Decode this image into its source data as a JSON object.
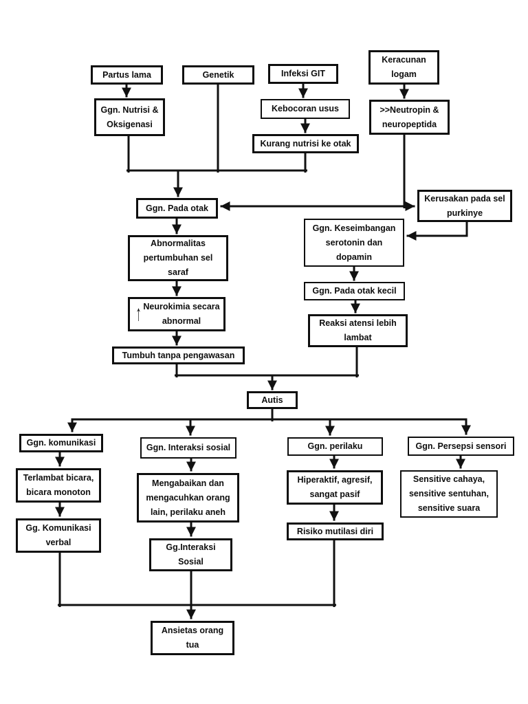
{
  "page": {
    "background_color": "#ffffff",
    "line_color": "#111111",
    "box_border_color": "#0e0e0e",
    "text_color": "#0e0e0e"
  },
  "icons": {
    "up_arrow": "↑"
  },
  "nodes": {
    "partus_lama": {
      "label": "Partus lama"
    },
    "genetik": {
      "label": "Genetik"
    },
    "infeksi_git": {
      "label": "Infeksi GIT"
    },
    "keracunan_logam": {
      "label": "Keracunan\nlogam"
    },
    "ggn_nutrisi_oksigenasi": {
      "label": "Ggn. Nutrisi &\nOksigenasi"
    },
    "kebocoran_usus": {
      "label": "Kebocoran usus"
    },
    "neutropin_neuropeptida": {
      "label": ">>Neutropin &\nneuropeptida"
    },
    "kurang_nutrisi_ke_otak": {
      "label": "Kurang nutrisi ke otak"
    },
    "ggn_pada_otak": {
      "label": "Ggn. Pada otak"
    },
    "kerusakan_sel_purkinye": {
      "label": "Kerusakan pada sel\npurkinye"
    },
    "ggn_keseimbangan": {
      "label": "Ggn. Keseimbangan\nserotonin dan\ndopamin"
    },
    "abnormalitas_sel_saraf": {
      "label": "Abnormalitas\npertumbuhan sel\nsaraf"
    },
    "ggn_pada_otak_kecil": {
      "label": "Ggn. Pada otak kecil"
    },
    "neurokimia_abnormal": {
      "label": "Neurokimia secara\nabnormal"
    },
    "reaksi_atensi": {
      "label": "Reaksi atensi lebih\nlambat"
    },
    "tumbuh_tanpa_pengawasan": {
      "label": "Tumbuh tanpa pengawasan"
    },
    "autis": {
      "label": "Autis"
    },
    "ggn_komunikasi": {
      "label": "Ggn. komunikasi"
    },
    "ggn_interaksi_sosial": {
      "label": "Ggn. Interaksi sosial"
    },
    "ggn_perilaku": {
      "label": "Ggn. perilaku"
    },
    "ggn_persepsi_sensori": {
      "label": "Ggn. Persepsi sensori"
    },
    "terlambat_bicara": {
      "label": "Terlambat bicara,\nbicara monoton"
    },
    "mengabaikan_orang": {
      "label": "Mengabaikan dan\nmengacuhkan orang\nlain, perilaku aneh"
    },
    "hiperaktif": {
      "label": "Hiperaktif, agresif,\nsangat pasif"
    },
    "sensitive_sensori": {
      "label": "Sensitive cahaya,\nsensitive sentuhan,\nsensitive suara"
    },
    "gg_komunikasi_verbal": {
      "label": "Gg. Komunikasi\nverbal"
    },
    "gg_interaksi_sosial": {
      "label": "Gg.Interaksi\nSosial"
    },
    "risiko_mutilasi_diri": {
      "label": "Risiko mutilasi diri"
    },
    "ansietas_orang_tua": {
      "label": "Ansietas orang\ntua"
    }
  },
  "edges": [
    {
      "from": "partus_lama",
      "to": "ggn_nutrisi_oksigenasi"
    },
    {
      "from": "infeksi_git",
      "to": "kebocoran_usus"
    },
    {
      "from": "kebocoran_usus",
      "to": "kurang_nutrisi_ke_otak"
    },
    {
      "from": "keracunan_logam",
      "to": "neutropin_neuropeptida"
    },
    {
      "from": "ggn_nutrisi_oksigenasi",
      "to": "ggn_pada_otak"
    },
    {
      "from": "genetik",
      "to": "ggn_pada_otak"
    },
    {
      "from": "kurang_nutrisi_ke_otak",
      "to": "ggn_pada_otak"
    },
    {
      "from": "neutropin_neuropeptida",
      "to": "ggn_pada_otak"
    },
    {
      "from": "neutropin_neuropeptida",
      "to": "kerusakan_sel_purkinye"
    },
    {
      "from": "kerusakan_sel_purkinye",
      "to": "ggn_keseimbangan"
    },
    {
      "from": "ggn_keseimbangan",
      "to": "ggn_pada_otak_kecil"
    },
    {
      "from": "ggn_pada_otak_kecil",
      "to": "reaksi_atensi"
    },
    {
      "from": "ggn_pada_otak",
      "to": "abnormalitas_sel_saraf"
    },
    {
      "from": "abnormalitas_sel_saraf",
      "to": "neurokimia_abnormal"
    },
    {
      "from": "neurokimia_abnormal",
      "to": "tumbuh_tanpa_pengawasan"
    },
    {
      "from": "tumbuh_tanpa_pengawasan",
      "to": "autis"
    },
    {
      "from": "reaksi_atensi",
      "to": "autis"
    },
    {
      "from": "autis",
      "to": "ggn_komunikasi"
    },
    {
      "from": "autis",
      "to": "ggn_interaksi_sosial"
    },
    {
      "from": "autis",
      "to": "ggn_perilaku"
    },
    {
      "from": "autis",
      "to": "ggn_persepsi_sensori"
    },
    {
      "from": "ggn_komunikasi",
      "to": "terlambat_bicara"
    },
    {
      "from": "terlambat_bicara",
      "to": "gg_komunikasi_verbal"
    },
    {
      "from": "ggn_interaksi_sosial",
      "to": "mengabaikan_orang"
    },
    {
      "from": "mengabaikan_orang",
      "to": "gg_interaksi_sosial"
    },
    {
      "from": "ggn_perilaku",
      "to": "hiperaktif"
    },
    {
      "from": "hiperaktif",
      "to": "risiko_mutilasi_diri"
    },
    {
      "from": "ggn_persepsi_sensori",
      "to": "sensitive_sensori"
    },
    {
      "from": "gg_komunikasi_verbal",
      "to": "ansietas_orang_tua"
    },
    {
      "from": "gg_interaksi_sosial",
      "to": "ansietas_orang_tua"
    },
    {
      "from": "risiko_mutilasi_diri",
      "to": "ansietas_orang_tua"
    }
  ]
}
